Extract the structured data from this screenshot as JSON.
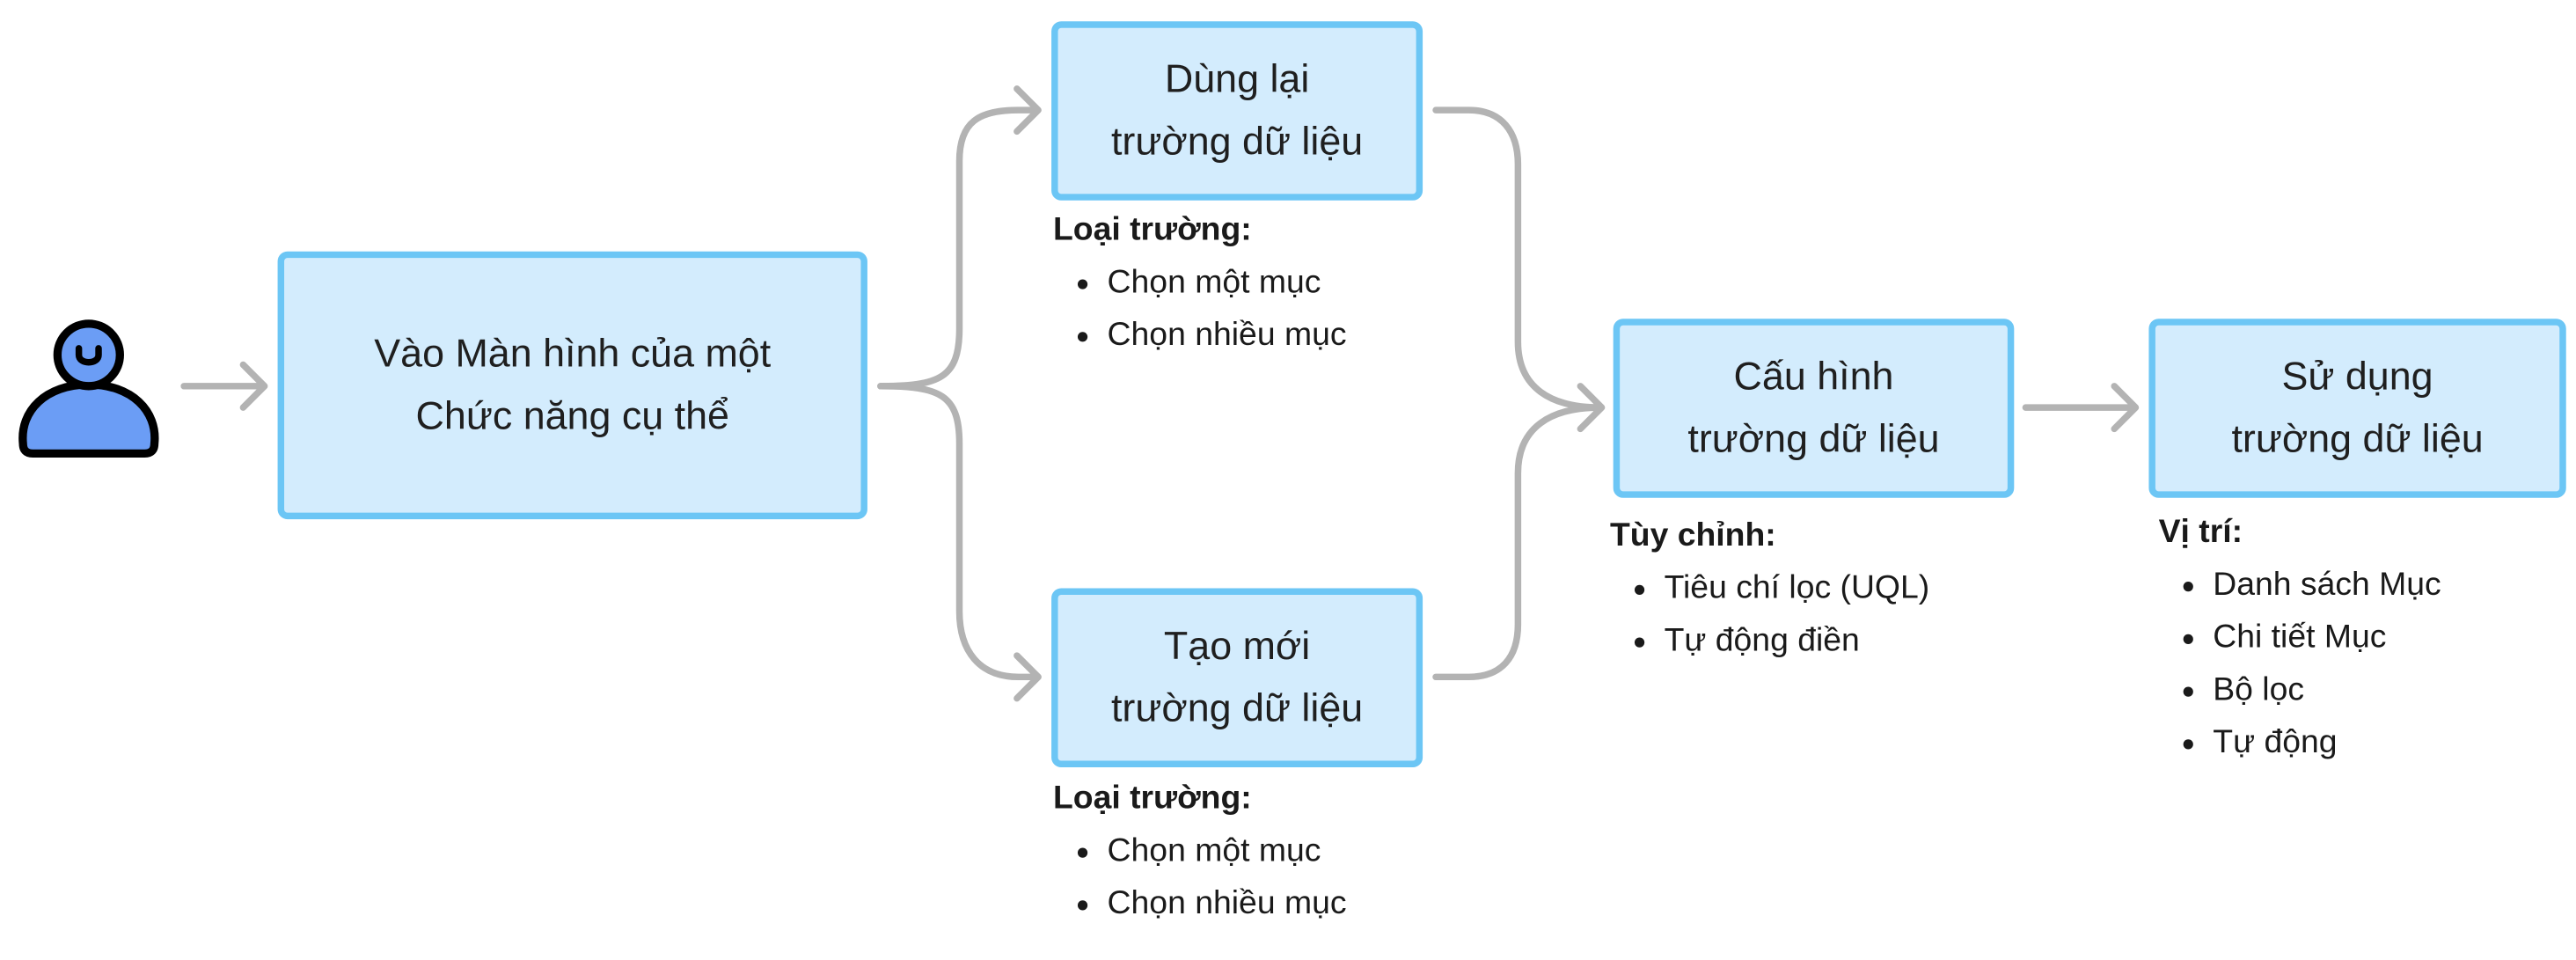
{
  "colors": {
    "node_fill": "#d3ecfd",
    "node_border": "#6cc6f5",
    "connector": "#b3b3b3",
    "user_fill": "#6b9df5",
    "user_outline": "#000000"
  },
  "icons": {
    "actor": "user-icon"
  },
  "nodes": {
    "enter_screen": "Vào Màn hình của một\nChức năng cụ thể",
    "reuse_field": "Dùng lại\ntrường dữ liệu",
    "create_field": "Tạo mới\ntrường dữ liệu",
    "configure_field": "Cấu hình\ntrường dữ liệu",
    "use_field": "Sử dụng\ntrường dữ liệu"
  },
  "notes": {
    "reuse": {
      "title": "Loại trường:",
      "items": [
        "Chọn một mục",
        "Chọn nhiều mục"
      ]
    },
    "create": {
      "title": "Loại trường:",
      "items": [
        "Chọn một mục",
        "Chọn nhiều mục"
      ]
    },
    "configure": {
      "title": "Tùy chỉnh:",
      "items": [
        "Tiêu chí lọc (UQL)",
        "Tự động điền"
      ]
    },
    "use": {
      "title": "Vị trí:",
      "items": [
        "Danh sách Mục",
        "Chi tiết Mục",
        "Bộ lọc",
        "Tự động"
      ]
    }
  }
}
